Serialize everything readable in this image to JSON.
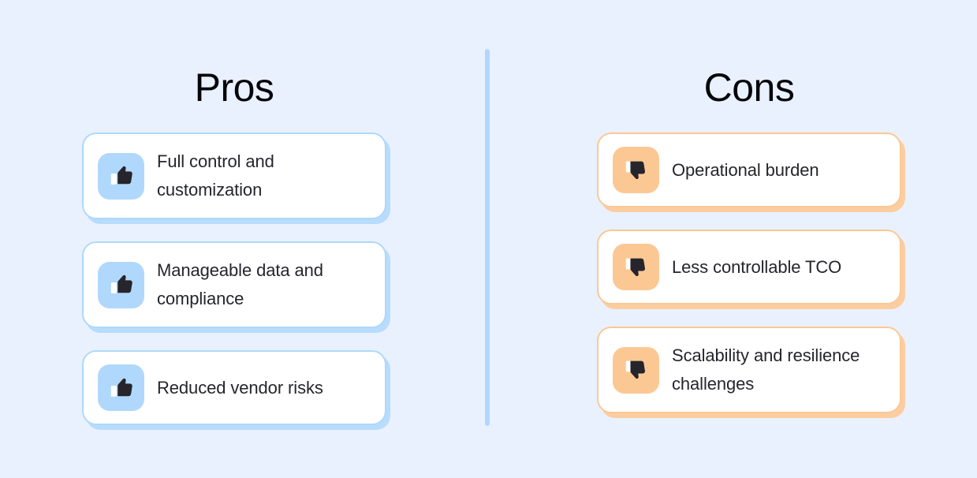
{
  "theme": {
    "background": "#eaf1fe",
    "pros_accent": "#b0d8fd",
    "pros_border": "#aed8fb",
    "cons_accent": "#fbc894",
    "cons_border": "#fbc894",
    "text_color": "#25262b",
    "title_color": "#05060a",
    "divider_color": "#b0d8fd"
  },
  "columns": [
    {
      "key": "pros",
      "title": "Pros",
      "icon": "thumbs-up-icon",
      "items": [
        {
          "label": "Full control and customization"
        },
        {
          "label": "Manageable data and compliance"
        },
        {
          "label": "Reduced vendor risks"
        }
      ]
    },
    {
      "key": "cons",
      "title": "Cons",
      "icon": "thumbs-down-icon",
      "items": [
        {
          "label": "Operational burden"
        },
        {
          "label": "Less controllable TCO"
        },
        {
          "label": "Scalability and resilience challenges"
        }
      ]
    }
  ]
}
